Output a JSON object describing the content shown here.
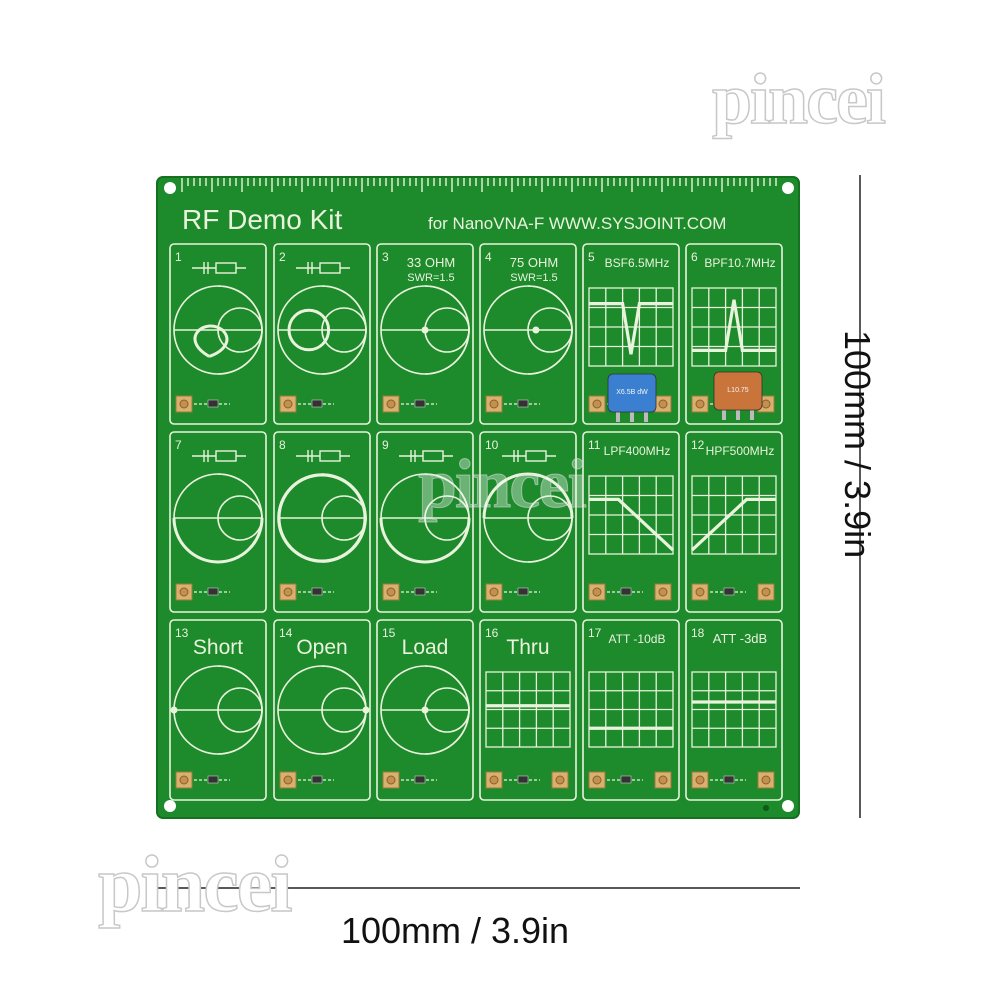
{
  "board": {
    "title": "RF Demo Kit",
    "subtitle": "for NanoVNA-F WWW.SYSJOINT.COM",
    "color": "#1d8a2c",
    "silkscreen_color": "#e9f3dc"
  },
  "cells": [
    {
      "num": "1",
      "label": "",
      "type": "smith"
    },
    {
      "num": "2",
      "label": "",
      "type": "smith"
    },
    {
      "num": "3",
      "label": "33 OHM",
      "label2": "SWR=1.5",
      "type": "smith"
    },
    {
      "num": "4",
      "label": "75 OHM",
      "label2": "SWR=1.5",
      "type": "smith"
    },
    {
      "num": "5",
      "label": "BSF6.5MHz",
      "type": "grid"
    },
    {
      "num": "6",
      "label": "BPF10.7MHz",
      "type": "grid"
    },
    {
      "num": "7",
      "label": "",
      "type": "smith"
    },
    {
      "num": "8",
      "label": "",
      "type": "smith"
    },
    {
      "num": "9",
      "label": "",
      "type": "smith"
    },
    {
      "num": "10",
      "label": "",
      "type": "smith"
    },
    {
      "num": "11",
      "label": "LPF400MHz",
      "type": "grid"
    },
    {
      "num": "12",
      "label": "HPF500MHz",
      "type": "grid"
    },
    {
      "num": "13",
      "label": "Short",
      "type": "smith"
    },
    {
      "num": "14",
      "label": "Open",
      "type": "smith"
    },
    {
      "num": "15",
      "label": "Load",
      "type": "smith"
    },
    {
      "num": "16",
      "label": "Thru",
      "type": "grid"
    },
    {
      "num": "17",
      "label": "ATT -10dB",
      "type": "grid"
    },
    {
      "num": "18",
      "label": "ATT -3dB",
      "type": "grid"
    }
  ],
  "components": {
    "blue_filter_marking": "X6.5B dW",
    "orange_filter_marking": "L10.75"
  },
  "dimensions": {
    "width_label": "100mm / 3.9in",
    "height_label": "100mm / 3.9in"
  },
  "watermark": "pincei"
}
